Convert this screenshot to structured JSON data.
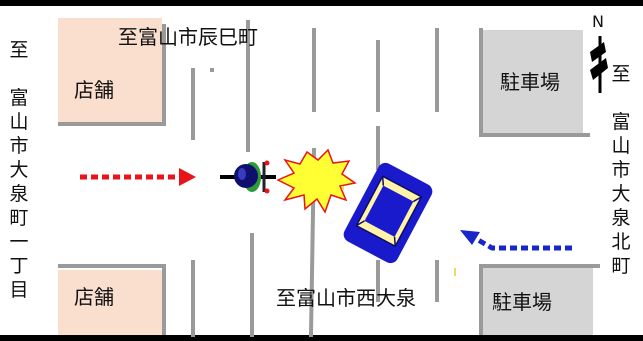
{
  "directions": {
    "top": "至富山市辰巳町",
    "bottom": "至富山市西大泉",
    "left": "至\n\n富\n山\n市\n大\n泉\n町\n一\n丁\n目",
    "right": "至\n\n富\n山\n市\n大\n泉\n北\n町"
  },
  "north_label": "N",
  "buildings": {
    "shop_top_left": "店舗",
    "shop_bottom_left": "店舗",
    "parking_top_right": "駐車場",
    "parking_bottom_right": "駐車場"
  },
  "colors": {
    "shop_fill": "#fadfcf",
    "parking_fill": "#d5d5d5",
    "bicycle_arrow": "#e8141a",
    "car_arrow": "#1626c8",
    "collision_fill": "#ffff33",
    "car_body": "#1a1acd",
    "road_lines": "#9a9a9a"
  },
  "icons": [
    "north-arrow-icon",
    "bicycle-rider-icon",
    "car-icon",
    "collision-icon",
    "bicycle-direction-arrow-icon",
    "car-direction-arrow-icon"
  ]
}
